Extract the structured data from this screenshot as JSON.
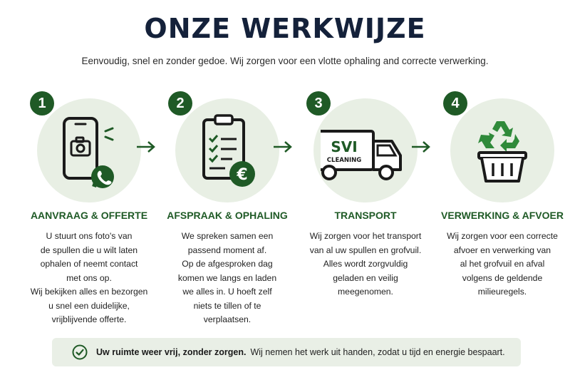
{
  "header": {
    "title": "ONZE WERKWIJZE",
    "subtitle": "Eenvoudig, snel en zonder gedoe. Wij zorgen voor een vlotte ophaling and correcte verwerking."
  },
  "steps": [
    {
      "number": "1",
      "icon": "phone-camera-whatsapp-icon",
      "heading": "AANVRAAG & OFFERTE",
      "lines": [
        "U stuurt ons foto's van",
        "de spullen die u wilt laten",
        "ophalen of neemt contact",
        "met ons op.",
        "Wij bekijken alles en bezorgen",
        "u snel een duidelijke,",
        "vrijblijvende offerte."
      ]
    },
    {
      "number": "2",
      "icon": "clipboard-euro-icon",
      "heading": "AFSPRAAK & OPHALING",
      "lines": [
        "We spreken samen een",
        "passend moment af.",
        "Op de afgesproken dag",
        "komen we langs en laden",
        "we alles in. U hoeft zelf",
        "niets te tillen of te",
        "verplaatsen."
      ]
    },
    {
      "number": "3",
      "icon": "truck-icon",
      "truck_text": [
        "SVI",
        "CLEANING"
      ],
      "heading": "TRANSPORT",
      "lines": [
        "Wij zorgen voor het transport",
        "van al uw spullen en grofvuil.",
        "Alles wordt zorgvuldig",
        "geladen en veilig",
        "meegenomen."
      ]
    },
    {
      "number": "4",
      "icon": "recycle-bin-icon",
      "heading": "VERWERKING & AFVOER",
      "lines": [
        "Wij zorgen voor een correcte",
        "afvoer en verwerking van",
        "al het grofvuil en afval",
        "volgens de geldende",
        "milieuregels."
      ]
    }
  ],
  "footer": {
    "icon": "check-circle-icon",
    "strong": "Uw ruimte weer vrij, zonder zorgen.",
    "text": "Wij nemen het werk uit handen, zodat u tijd en energie bespaart."
  },
  "colors": {
    "accent": "#1f5a26",
    "circle_bg": "#e8efe4",
    "title": "#14213a"
  }
}
